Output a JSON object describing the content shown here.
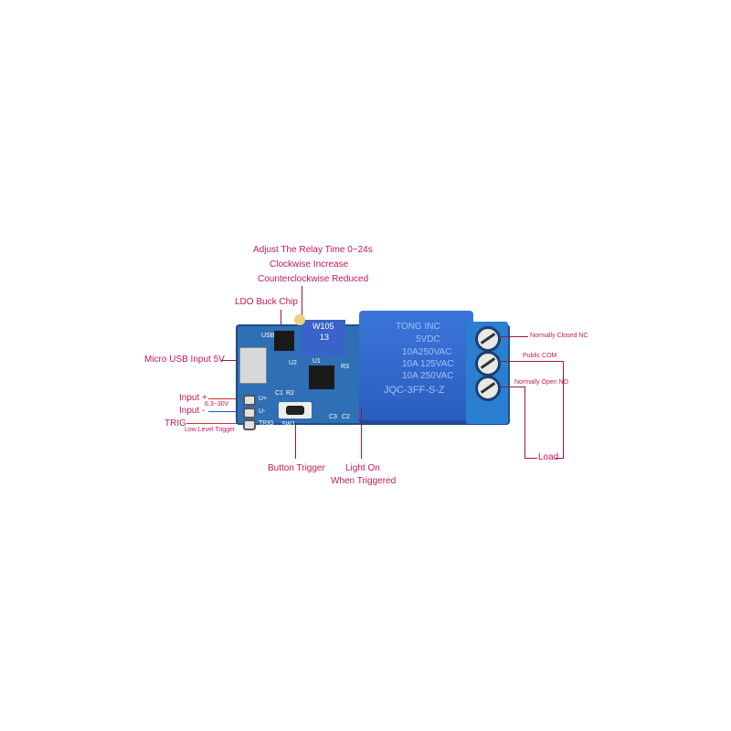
{
  "product": {
    "description": "Delay relay timer module (blue PCB) with annotated callouts",
    "accent_color": "#c2185b",
    "pcb_color": "#2f6fb5"
  },
  "annotations": {
    "adjust_time": [
      "Adjust The Relay Time 0~24s",
      "Clockwise Increase",
      "Counterclockwise Reduced"
    ],
    "ldo": "LDO Buck Chip",
    "usb": "Micro USB Input 5V",
    "input_plus": "Input +",
    "input_minus": "Input -",
    "voltage_range": "6.3~30V",
    "trig": "TRIG",
    "low_level_trigger": "Low Level Trigger",
    "button_trigger": "Button Trigger",
    "light_on": [
      "Light On",
      "When Triggered"
    ],
    "normally_closed": "Normally Closed NC",
    "public_com": "Public COM",
    "normally_open": "Normally Open NO",
    "load": "Load"
  },
  "board_silkscreen": {
    "usb": "USB",
    "u2": "U2",
    "u1": "U1",
    "c1": "C1",
    "r2": "R2",
    "r3": "R3",
    "c2": "C2",
    "c3": "C3",
    "sw1": "SW1",
    "u_plus": "U+",
    "u_minus": "U-",
    "trig": "TRIG",
    "pot_line1": "W105",
    "pot_line2": "13"
  },
  "relay": {
    "brand": "TONG INC",
    "coil": "5VDC",
    "rating1": "10A250VAC",
    "rating2": "10A 125VAC",
    "rating3": "10A 250VAC",
    "model": "JQC-3FF-S-Z"
  }
}
